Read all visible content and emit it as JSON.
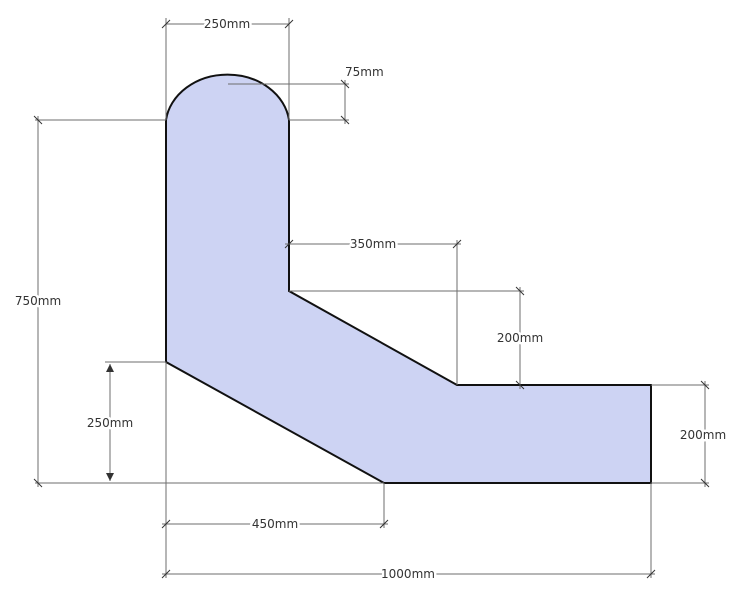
{
  "colors": {
    "fill": "#cdd3f3",
    "outline": "#111111",
    "dimension": "#6d6d6d"
  },
  "dimensions": {
    "top_width": "250mm",
    "arc_height": "75mm",
    "total_height": "750mm",
    "left_lower_height": "250mm",
    "inner_horizontal": "350mm",
    "inner_vertical": "200mm",
    "right_height": "200mm",
    "bottom_inner": "450mm",
    "total_width": "1000mm"
  }
}
